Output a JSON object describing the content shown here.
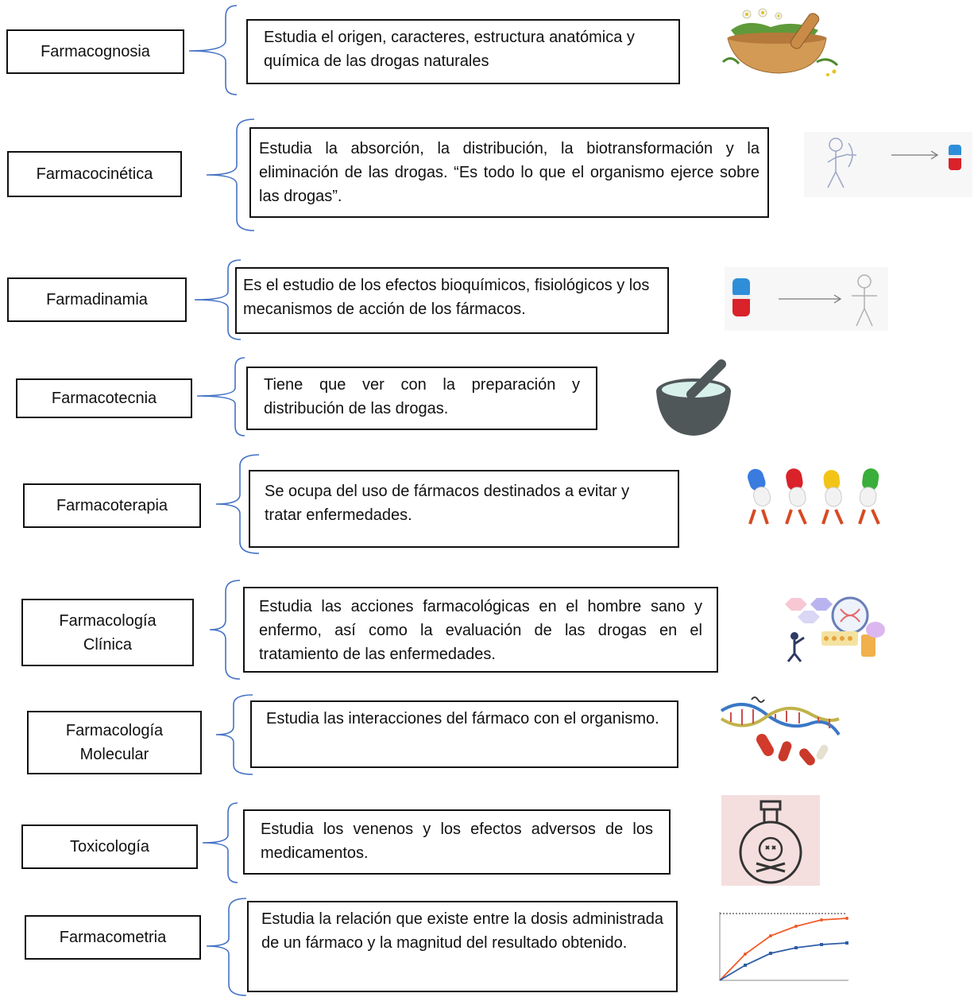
{
  "colors": {
    "brace": "#4472c4",
    "border": "#111111",
    "pill_red": "#d9222a",
    "pill_blue": "#2e8fd8"
  },
  "items": [
    {
      "term": "Farmacognosia",
      "description": "Estudia el origen, caracteres, estructura anatómica y química de las drogas naturales",
      "icon": "herbal-mortar-icon"
    },
    {
      "term": "Farmacocinética",
      "description": "Estudia la absorción, la distribución, la biotransformación y la eliminación de las drogas. “Es todo lo que el organismo ejerce sobre las drogas”.",
      "icon": "archer-to-capsule-icon"
    },
    {
      "term": "Farmadinamia",
      "description": "Es el estudio de los efectos bioquímicos, fisiológicos y los mecanismos de acción de los fármacos.",
      "icon": "capsule-to-person-icon"
    },
    {
      "term": "Farmacotecnia",
      "description": "Tiene que ver con la preparación y distribución de las drogas.",
      "icon": "mortar-pestle-icon"
    },
    {
      "term": "Farmacoterapia",
      "description": "Se ocupa del uso de fármacos destinados a evitar y tratar enfermedades.",
      "icon": "walking-pills-icon"
    },
    {
      "term": "Farmacología Clínica",
      "description": "Estudia las acciones farmacológicas en el hombre sano y enfermo, así como la evaluación de las drogas en el tratamiento de las enfermedades.",
      "icon": "clinical-research-icon"
    },
    {
      "term": "Farmacología Molecular",
      "description": "Estudia las interacciones del fármaco con el organismo.",
      "icon": "dna-pills-icon"
    },
    {
      "term": "Toxicología",
      "description": "Estudia los venenos y los efectos adversos de los medicamentos.",
      "icon": "poison-bottle-icon"
    },
    {
      "term": "Farmacometria",
      "description": "Estudia la relación que existe entre la dosis administrada de un fármaco y la magnitud del resultado obtenido.",
      "icon": "dose-response-chart-icon"
    }
  ]
}
